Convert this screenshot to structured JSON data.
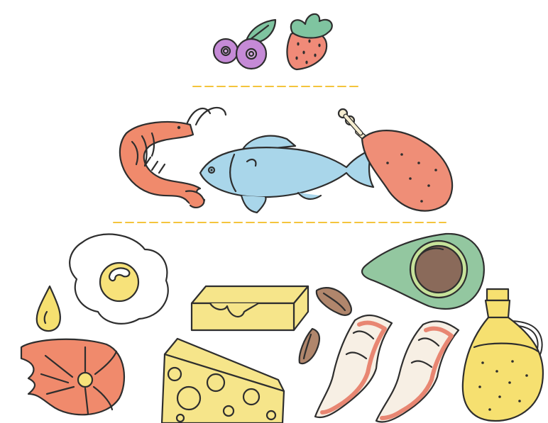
{
  "illustration": {
    "tiers": [
      {
        "tier": "top",
        "items": [
          "blueberries-icon",
          "strawberry-icon"
        ]
      },
      {
        "tier": "middle",
        "items": [
          "shrimp-icon",
          "fish-icon",
          "chicken-leg-icon"
        ]
      },
      {
        "tier": "bottom",
        "items": [
          "oil-drop-icon",
          "fried-egg-icon",
          "salmon-steak-icon",
          "butter-icon",
          "cheese-icon",
          "almonds-icon",
          "bacon-icon",
          "avocado-icon",
          "olive-oil-bottle-icon"
        ]
      }
    ],
    "colors": {
      "outline": "#2e2e2e",
      "blueberry": "#c58ad6",
      "strawberry": "#f08a78",
      "leaf": "#7fc4a0",
      "shrimp": "#f08a6c",
      "fish": "#a9d6ea",
      "chicken": "#ef8e77",
      "egg_yolk": "#f7e27a",
      "butter": "#f6e58a",
      "cheese": "#f6e58a",
      "almond": "#b0866c",
      "bacon_red": "#e88672",
      "avocado_skin": "#93c7a0",
      "avocado_flesh": "#c6e29a",
      "avocado_pit": "#8a6a5a",
      "oil": "#f6e070",
      "divider": "#f4c43c"
    }
  }
}
